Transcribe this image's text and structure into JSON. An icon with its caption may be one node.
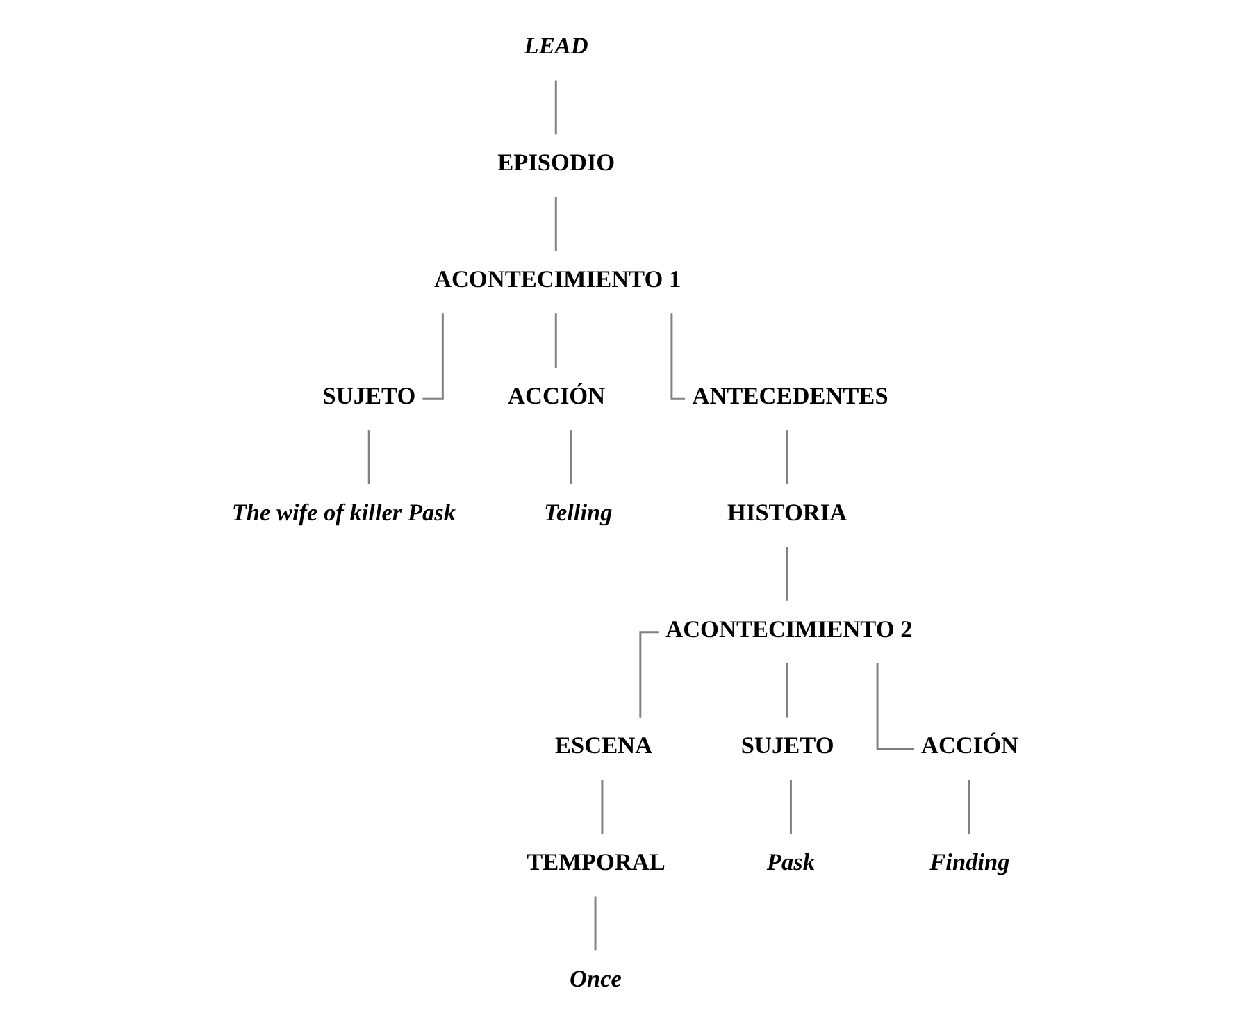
{
  "diagram": {
    "nodes": [
      {
        "text": [
          "LEAD"
        ]
      },
      {
        "text": [
          "EPISODIO"
        ]
      },
      {
        "text": [
          "ACONTECIMIENTO 1"
        ]
      },
      {
        "text": [
          "SUJETO"
        ]
      },
      {
        "text": [
          "ACCIÓN"
        ]
      },
      {
        "text": [
          "ANTECEDENTES"
        ]
      },
      {
        "text": [
          "The wife of killer Pask"
        ]
      },
      {
        "text": [
          "Telling"
        ]
      },
      {
        "text": [
          "HISTORIA"
        ]
      },
      {
        "text": [
          "ACONTECIMIENTO 2"
        ]
      },
      {
        "text": [
          "ESCENA"
        ]
      },
      {
        "text": [
          "SUJETO"
        ]
      },
      {
        "text": [
          "ACCIÓN"
        ]
      },
      {
        "text": [
          "TEMPORAL"
        ]
      },
      {
        "text": [
          "Pask"
        ]
      },
      {
        "text": [
          "Finding"
        ]
      },
      {
        "text": [
          "Once"
        ]
      }
    ],
    "edges": [
      {
        "from": 0,
        "to": 1,
        "arrow": "none"
      },
      {
        "from": 1,
        "to": 2,
        "arrow": "none"
      },
      {
        "from": 2,
        "to": 3,
        "arrow": "none"
      },
      {
        "from": 2,
        "to": 4,
        "arrow": "none"
      },
      {
        "from": 2,
        "to": 5,
        "arrow": "none"
      },
      {
        "from": 3,
        "to": 6,
        "arrow": "none"
      },
      {
        "from": 4,
        "to": 7,
        "arrow": "none"
      },
      {
        "from": 5,
        "to": 8,
        "arrow": "none"
      },
      {
        "from": 8,
        "to": 9,
        "arrow": "none"
      },
      {
        "from": 9,
        "to": 10,
        "arrow": "none"
      },
      {
        "from": 9,
        "to": 11,
        "arrow": "none"
      },
      {
        "from": 9,
        "to": 12,
        "arrow": "none"
      },
      {
        "from": 10,
        "to": 13,
        "arrow": "none"
      },
      {
        "from": 11,
        "to": 14,
        "arrow": "none"
      },
      {
        "from": 12,
        "to": 15,
        "arrow": "none"
      },
      {
        "from": 13,
        "to": 16,
        "arrow": "none"
      }
    ]
  }
}
